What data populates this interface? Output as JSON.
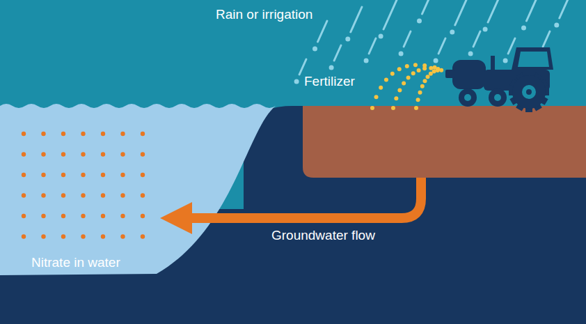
{
  "diagram": {
    "labels": [
      "Rain or irrigation",
      "Fertilizer",
      "Groundwater flow",
      "Nitrate in water"
    ]
  }
}
